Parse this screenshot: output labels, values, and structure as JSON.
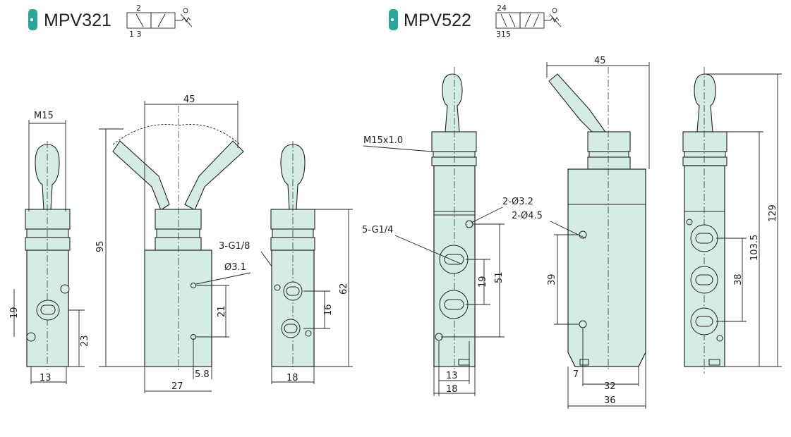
{
  "models": [
    {
      "name": "MPV321",
      "symbol_top": "2",
      "symbol_bottom": "1 3"
    },
    {
      "name": "MPV522",
      "symbol_top": "24",
      "symbol_bottom": "315"
    }
  ],
  "colors": {
    "accent": "#2aa59a",
    "body": "#d4ebe6"
  },
  "mpv321": {
    "front": {
      "thread": "M15",
      "h_port": "19",
      "h_hole": "23",
      "width": "13"
    },
    "side": {
      "lever_span": "45",
      "height": "95",
      "ports": "3-G1/8",
      "hole": "Ø3.1",
      "hole_spacing": "21",
      "offset": "5.8",
      "width": "27"
    },
    "back": {
      "port_spacing": "16",
      "body_height": "62",
      "width": "18"
    }
  },
  "mpv522": {
    "front": {
      "thread": "M15x1.0",
      "holes": "2-Ø3.2",
      "ports": "5-G1/4",
      "port_pitch": "19",
      "hole_to_port": "51",
      "inner_width": "13",
      "width": "18"
    },
    "side": {
      "lever_span": "45",
      "holes": "2-Ø4.5",
      "hole_spacing": "39",
      "offset": "7",
      "inner_width": "32",
      "width": "36"
    },
    "back": {
      "port_spacing": "38",
      "body_height": "103.5",
      "height": "129"
    }
  }
}
